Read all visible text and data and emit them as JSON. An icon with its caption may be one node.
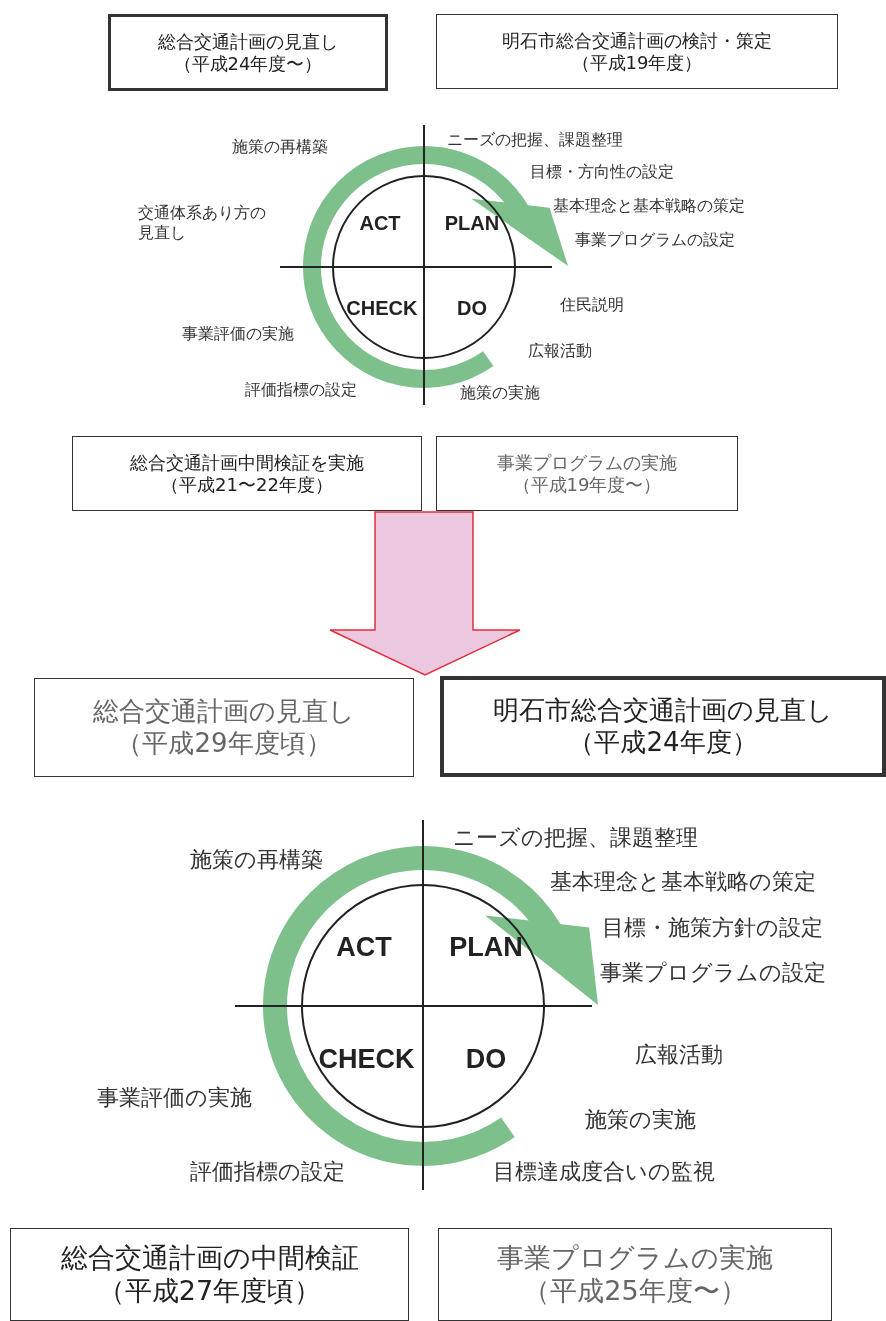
{
  "diagram": {
    "nodes": [
      {
        "text": [
          "総合交通計画の見直し",
          "（平成24年度〜）"
        ]
      },
      {
        "text": [
          "明石市総合交通計画の検討・策定",
          "（平成19年度）"
        ]
      },
      {
        "text": [
          "ACT",
          "PLAN",
          "CHECK",
          "DO"
        ]
      },
      {
        "text": [
          "総合交通計画中間検証を実施",
          "（平成21〜22年度）"
        ]
      },
      {
        "text": [
          "事業プログラムの実施",
          "（平成19年度〜）"
        ]
      },
      {
        "text": [
          "総合交通計画の見直し",
          "（平成29年度頃）"
        ]
      },
      {
        "text": [
          "明石市総合交通計画の見直し",
          "（平成24年度）"
        ]
      },
      {
        "text": [
          "ACT",
          "PLAN",
          "CHECK",
          "DO"
        ]
      },
      {
        "text": [
          "総合交通計画の中間検証",
          "（平成27年度頃）"
        ]
      },
      {
        "text": [
          "事業プログラムの実施",
          "（平成25年度〜）"
        ]
      }
    ],
    "edges": [
      {
        "from": 3,
        "to": 6,
        "arrow": "to"
      }
    ],
    "labels": [
      "施策の再構築",
      "ニーズの把握、課題整理",
      "目標・方向性の設定",
      "交通体系あり方の見直し",
      "基本理念と基本戦略の策定",
      "事業プログラムの設定",
      "住民説明",
      "事業評価の実施",
      "広報活動",
      "評価指標の設定",
      "施策の実施",
      "ニーズの把握、課題整理",
      "施策の再構築",
      "基本理念と基本戦略の策定",
      "目標・施策方針の設定",
      "事業プログラムの設定",
      "広報活動",
      "事業評価の実施",
      "施策の実施",
      "評価指標の設定",
      "目標達成度合いの監視"
    ]
  }
}
